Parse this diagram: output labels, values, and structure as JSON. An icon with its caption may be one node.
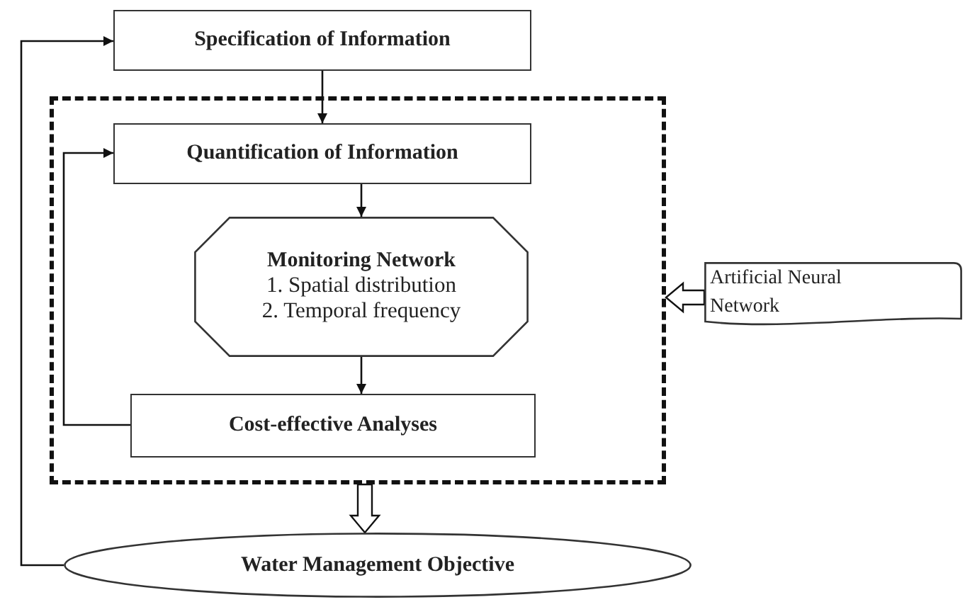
{
  "diagram": {
    "nodes": [
      {
        "text": [
          "Specification of Information"
        ]
      },
      {
        "text": [],
        "shape": "box"
      },
      {
        "text": [
          "Quantification of Information"
        ],
        "in": 1
      },
      {
        "text": [
          "Monitoring Network",
          "1. Spatial distribution",
          "2. Temporal frequency"
        ],
        "in": 1
      },
      {
        "text": [
          "Cost-effective Analyses"
        ],
        "in": 1
      },
      {
        "text": [
          "Artificial Neural Network"
        ]
      },
      {
        "text": [
          "Water Management Objective"
        ]
      }
    ],
    "edges": [
      {
        "from": 0,
        "to": 2,
        "arrow": "to"
      },
      {
        "from": 2,
        "to": 3,
        "arrow": "to"
      },
      {
        "from": 3,
        "to": 4,
        "arrow": "to"
      },
      {
        "from": 4,
        "to": 2,
        "arrow": "to"
      },
      {
        "from": 6,
        "to": 0,
        "arrow": "to"
      },
      {
        "from": 5,
        "to": 1,
        "arrow": "to",
        "style": "thick"
      },
      {
        "from": 1,
        "to": 6,
        "arrow": "to",
        "style": "thick"
      }
    ]
  }
}
